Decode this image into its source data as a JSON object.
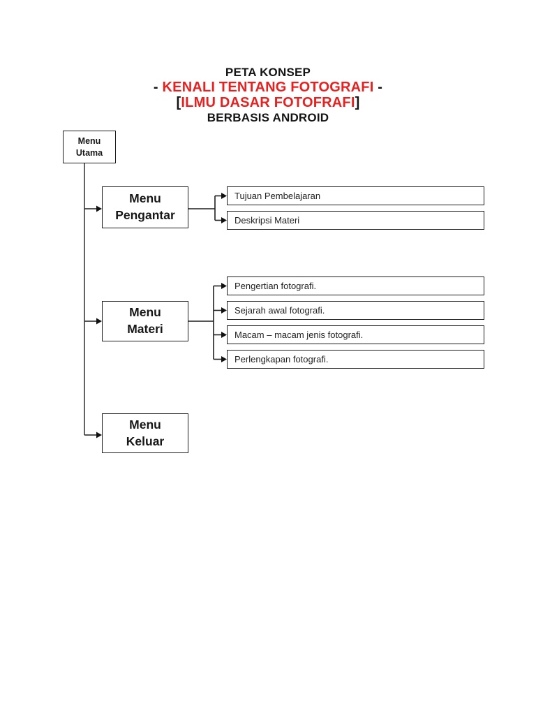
{
  "colors": {
    "accent_red": "#e8201f",
    "text_black": "#141414",
    "line_color": "#1f1f1f",
    "page_background": "#ffffff"
  },
  "title": {
    "line1": "PETA KONSEP",
    "line2": {
      "prefix": "- ",
      "text": "KENALI TENTANG FOTOGRAFI",
      "suffix": " -"
    },
    "line3": {
      "open": "[",
      "text": "ILMU DASAR FOTOFRAFI",
      "close": "]"
    },
    "line4": "BERBASIS ANDROID"
  },
  "flowchart": {
    "root": {
      "label": "Menu\nUtama"
    },
    "branches": [
      {
        "label": "Menu\nPengantar",
        "children": [
          "Tujuan Pembelajaran",
          "Deskripsi Materi"
        ]
      },
      {
        "label": "Menu\nMateri",
        "children": [
          "Pengertian fotografi.",
          "Sejarah awal fotografi.",
          "Macam – macam jenis fotografi.",
          "Perlengkapan fotografi."
        ]
      },
      {
        "label": "Menu\nKeluar",
        "children": []
      }
    ]
  }
}
